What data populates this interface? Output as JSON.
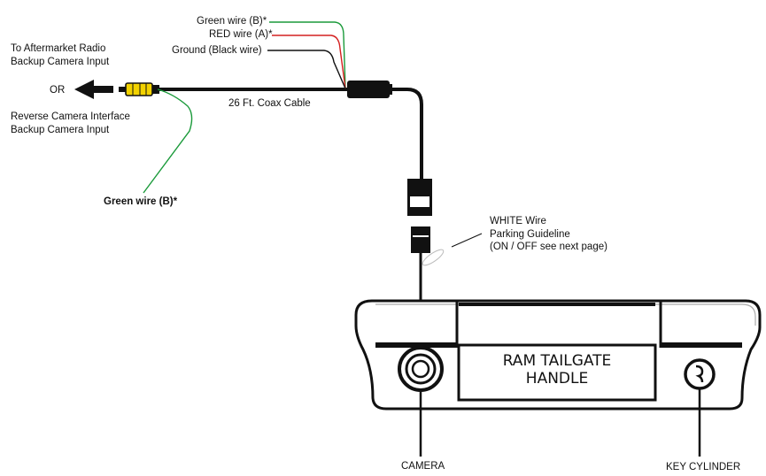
{
  "labels": {
    "green_wire_top": "Green wire (B)*",
    "red_wire": "RED wire (A)*",
    "ground_wire": "Ground (Black wire)",
    "radio_input_line1": "To Aftermarket Radio",
    "radio_input_line2": "Backup Camera Input",
    "or_text": "OR",
    "interface_line1": "Reverse Camera Interface",
    "interface_line2": "Backup Camera Input",
    "coax_cable": "26 Ft. Coax Cable",
    "green_wire_bottom": "Green wire (B)*",
    "white_wire_line1": "WHITE Wire",
    "white_wire_line2": "Parking Guideline",
    "white_wire_line3": "(ON / OFF see next page)",
    "handle_line1": "RAM TAILGATE",
    "handle_line2": "HANDLE",
    "camera": "CAMERA",
    "key_cylinder": "KEY CYLINDER"
  },
  "colors": {
    "green_wire": "#1a9a3a",
    "red_wire": "#d42020",
    "black_wire": "#111111",
    "rca_plug": "#f2d200",
    "white_wire_loop": "#bbbbbb"
  },
  "icons": {
    "arrow": "left-arrow-icon",
    "camera": "camera-lens-icon",
    "key": "keyhole-icon"
  }
}
